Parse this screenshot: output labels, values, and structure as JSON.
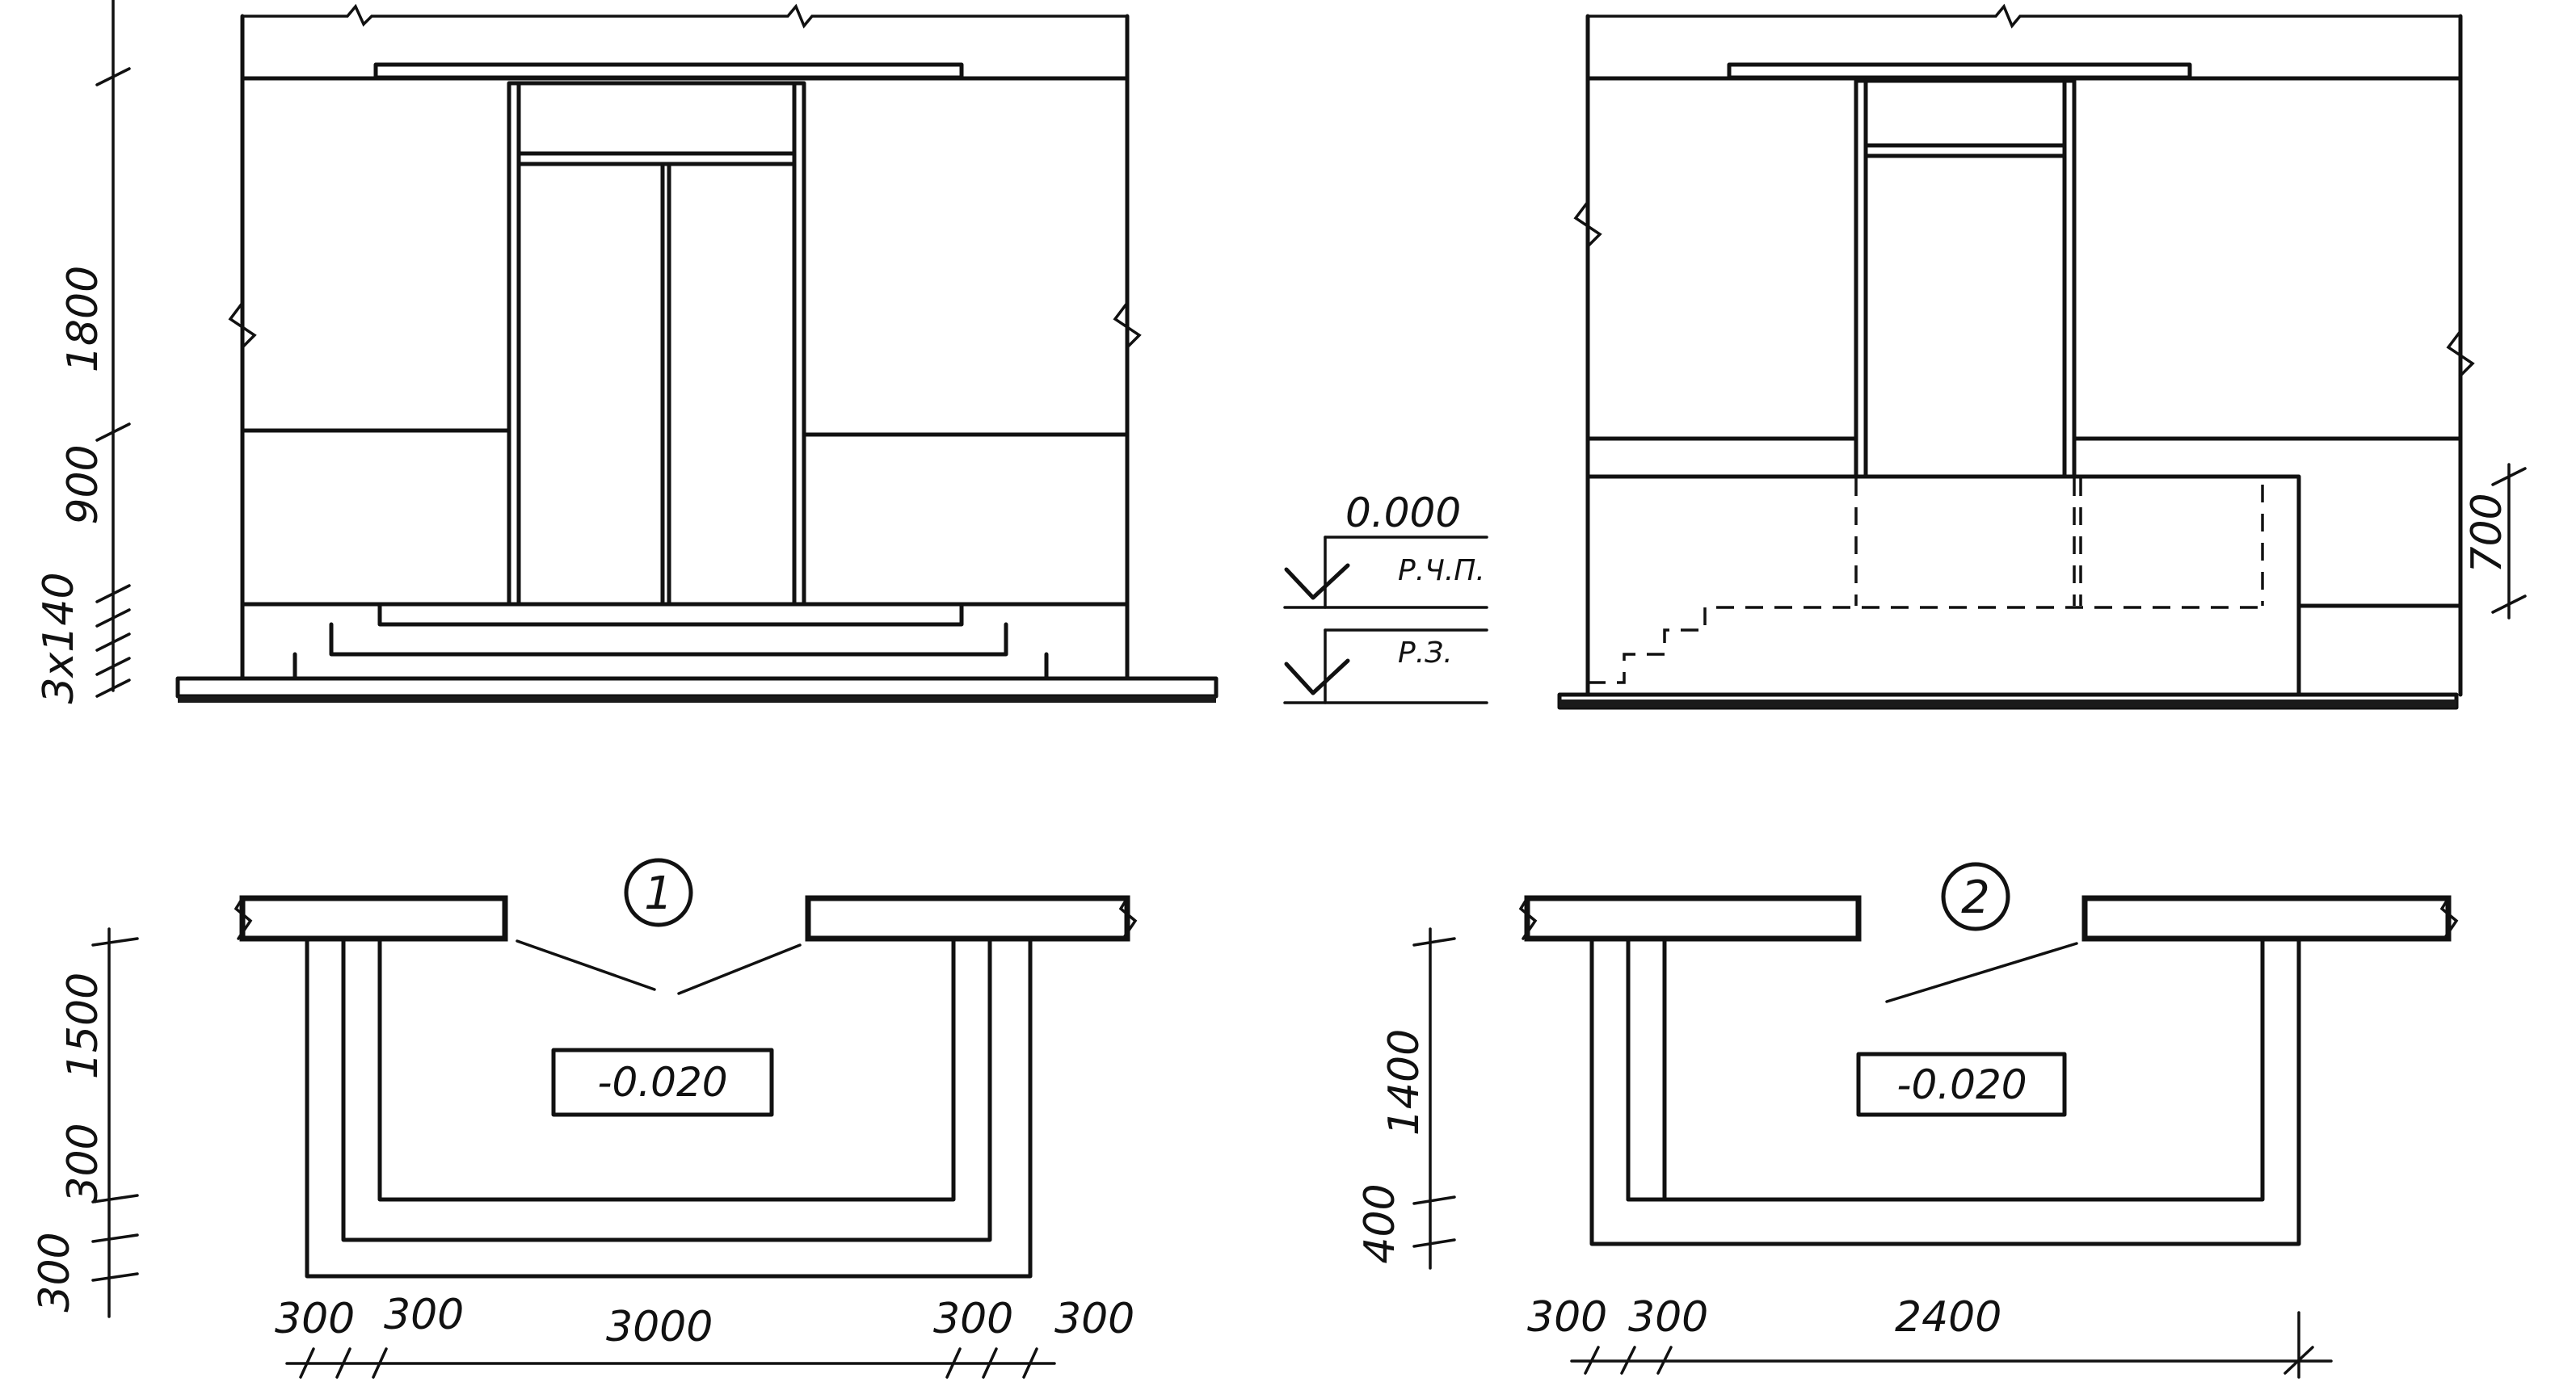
{
  "elevation_left": {
    "dimensions": {
      "d1": "1800",
      "d2": "900",
      "d3": "3x140"
    }
  },
  "level_marks": {
    "top_value": "0.000",
    "top_label": "Р.Ч.П.",
    "bottom_label": "Р.З."
  },
  "elevation_right": {
    "dimensions": {
      "d1": "700"
    }
  },
  "plan_left": {
    "callout": "1",
    "level": "-0.020",
    "dims_vertical": [
      "1500",
      "300",
      "300"
    ],
    "dims_horizontal": [
      "300",
      "300",
      "3000",
      "300",
      "300"
    ]
  },
  "plan_right": {
    "callout": "2",
    "level": "-0.020",
    "dims_vertical": [
      "1400",
      "400"
    ],
    "dims_horizontal": [
      "300",
      "300",
      "2400"
    ]
  }
}
